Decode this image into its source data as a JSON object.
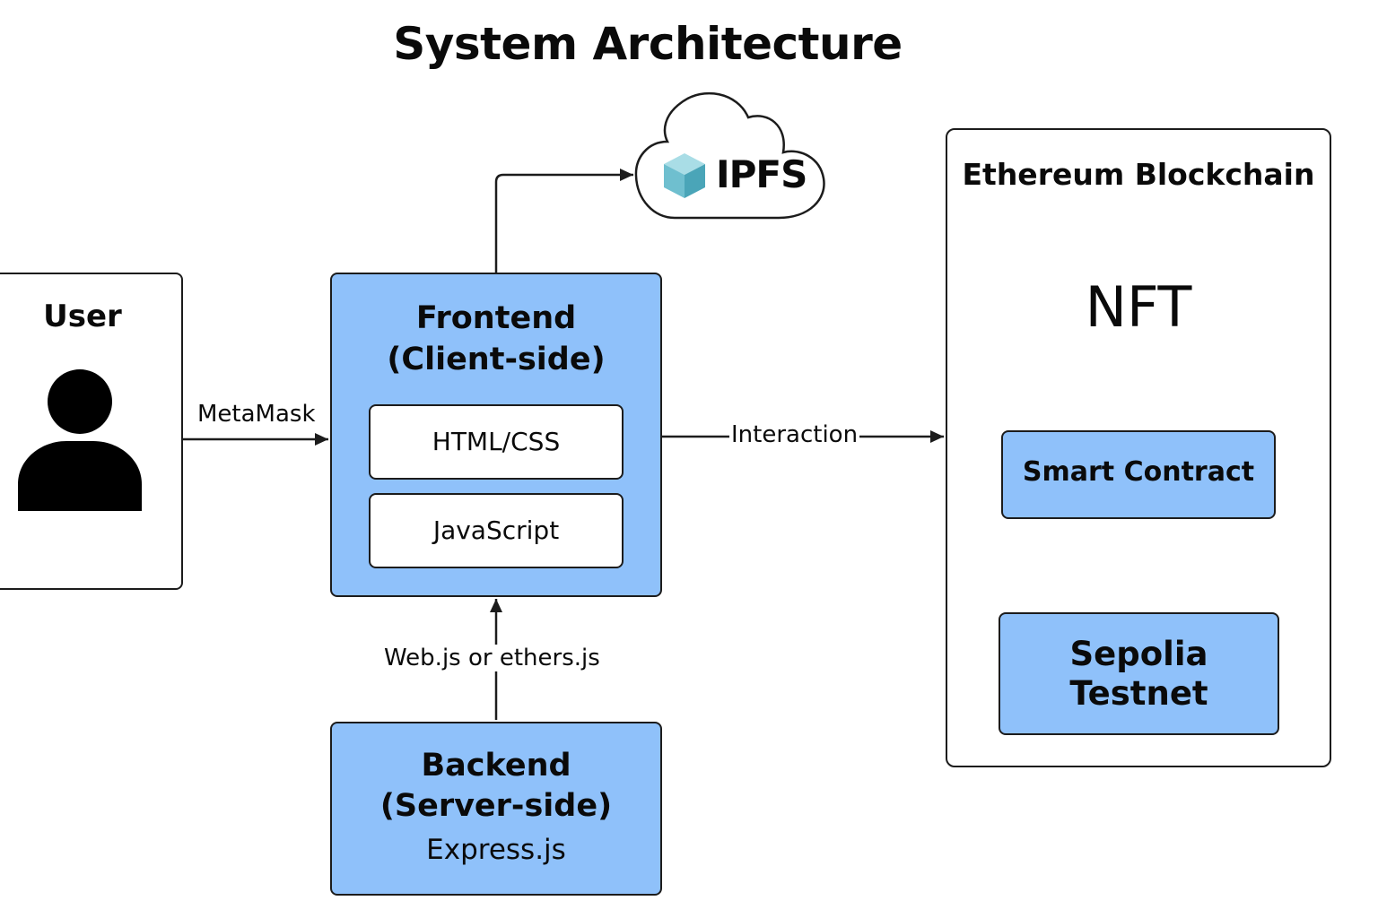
{
  "title": "System Architecture",
  "user": {
    "label": "User"
  },
  "frontend": {
    "title_line1": "Frontend",
    "title_line2": "(Client-side)",
    "items": [
      "HTML/CSS",
      "JavaScript"
    ]
  },
  "backend": {
    "title_line1": "Backend",
    "title_line2": "(Server-side)",
    "subtitle": "Express.js"
  },
  "ipfs": {
    "label": "IPFS"
  },
  "ethereum": {
    "title": "Ethereum Blockchain",
    "nft_label": "NFT",
    "smart_contract_label": "Smart Contract",
    "testnet_line1": "Sepolia",
    "testnet_line2": "Testnet"
  },
  "edges": {
    "metamask": "MetaMask",
    "interaction": "Interaction",
    "web3": "Web.js or ethers.js"
  },
  "colors": {
    "box_fill": "#8fc1fa",
    "stroke": "#1c1c1c",
    "ipfs_cube": "#6fbfcf"
  }
}
